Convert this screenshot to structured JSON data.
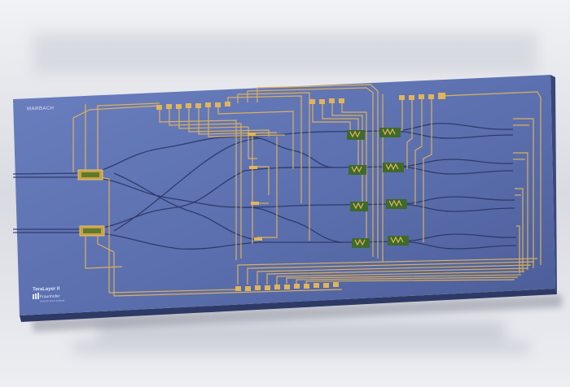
{
  "image": {
    "kind": "photonic integrated circuit chip photograph",
    "colors": {
      "background": "#e4e5ea",
      "chip_surface": "#5b6fae",
      "chip_edge": "#2e3a66",
      "gold_trace": "#e2b45a",
      "waveguide": "#2a3566",
      "electrode_green": "#3f6a2a"
    }
  },
  "chip": {
    "brand_label": "MARBACH",
    "product_label": "TeraLayer II",
    "org_label": "Fraunhofer",
    "org_sub_label": "Heinrich Hertz Institute"
  },
  "icons": {
    "logo": "fraunhofer-logo-icon"
  }
}
